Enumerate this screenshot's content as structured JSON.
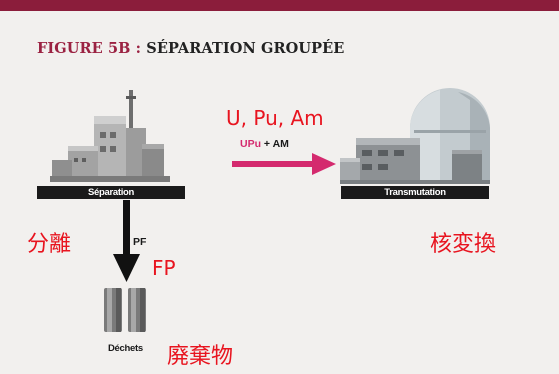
{
  "colors": {
    "accent_bar": "#8b1d3b",
    "title_prefix": "#9b2242",
    "annotation_red": "#e8141f",
    "upu_magenta": "#d42a6e",
    "arrow_black": "#111111",
    "background": "#f2f0ee"
  },
  "figure": {
    "title_prefix": "FIGURE 5B :",
    "title_rest": "SÉPARATION GROUPÉE"
  },
  "separation": {
    "label": "Séparation",
    "annotation_ja": "分離"
  },
  "transmutation": {
    "label": "Transmutation",
    "annotation_ja": "核変換"
  },
  "transfer": {
    "annotation": "U, Pu, Am",
    "arrow_label_upu": "UPu",
    "arrow_label_am": " + AM"
  },
  "waste_flow": {
    "label": "PF",
    "annotation": "FP"
  },
  "waste": {
    "label": "Déchets",
    "annotation_ja": "廃棄物"
  },
  "icons": [
    "separation-plant-icon",
    "transmutation-reactor-icon",
    "waste-container-icon",
    "right-arrow-icon",
    "down-arrow-icon"
  ]
}
